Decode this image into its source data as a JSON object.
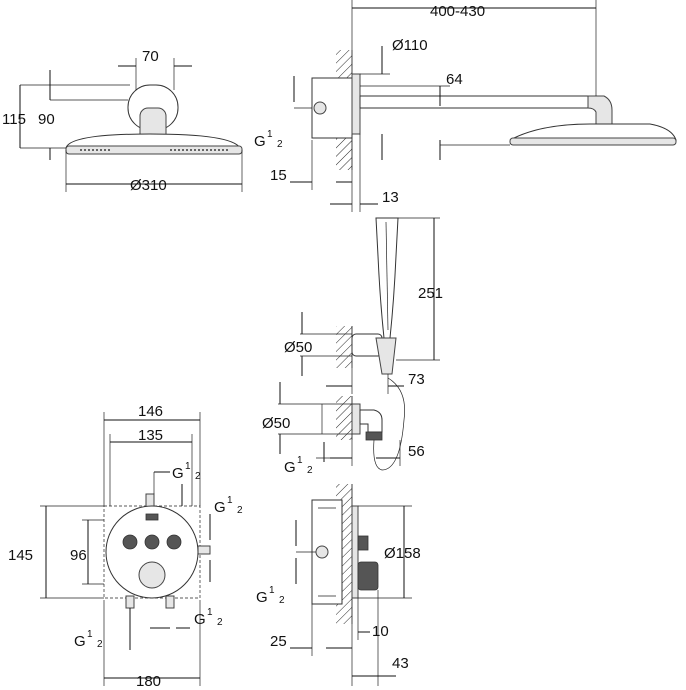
{
  "labels": {
    "head_width": "70",
    "head_height_outer": "115",
    "head_height_inner": "90",
    "thread_left_1": "G",
    "thread_sup": "1",
    "thread_sub": "2",
    "head_diameter": "Ø310",
    "wall_offset_1": "15",
    "arm_length": "400-430",
    "flange_diameter": "Ø110",
    "arm_drop": "64",
    "wall_gap_1": "13",
    "handshower_length": "251",
    "holder_diameter": "Ø50",
    "hose_offset": "73",
    "outlet_diameter": "Ø50",
    "outlet_depth": "56",
    "plate_width_outer": "146",
    "plate_width_inner": "135",
    "plate_height_outer": "145",
    "plate_height_inner": "96",
    "plate_bottom_width": "180",
    "valve_diameter": "Ø158",
    "valve_depth_1": "25",
    "valve_depth_2": "10",
    "valve_depth_3": "43"
  }
}
